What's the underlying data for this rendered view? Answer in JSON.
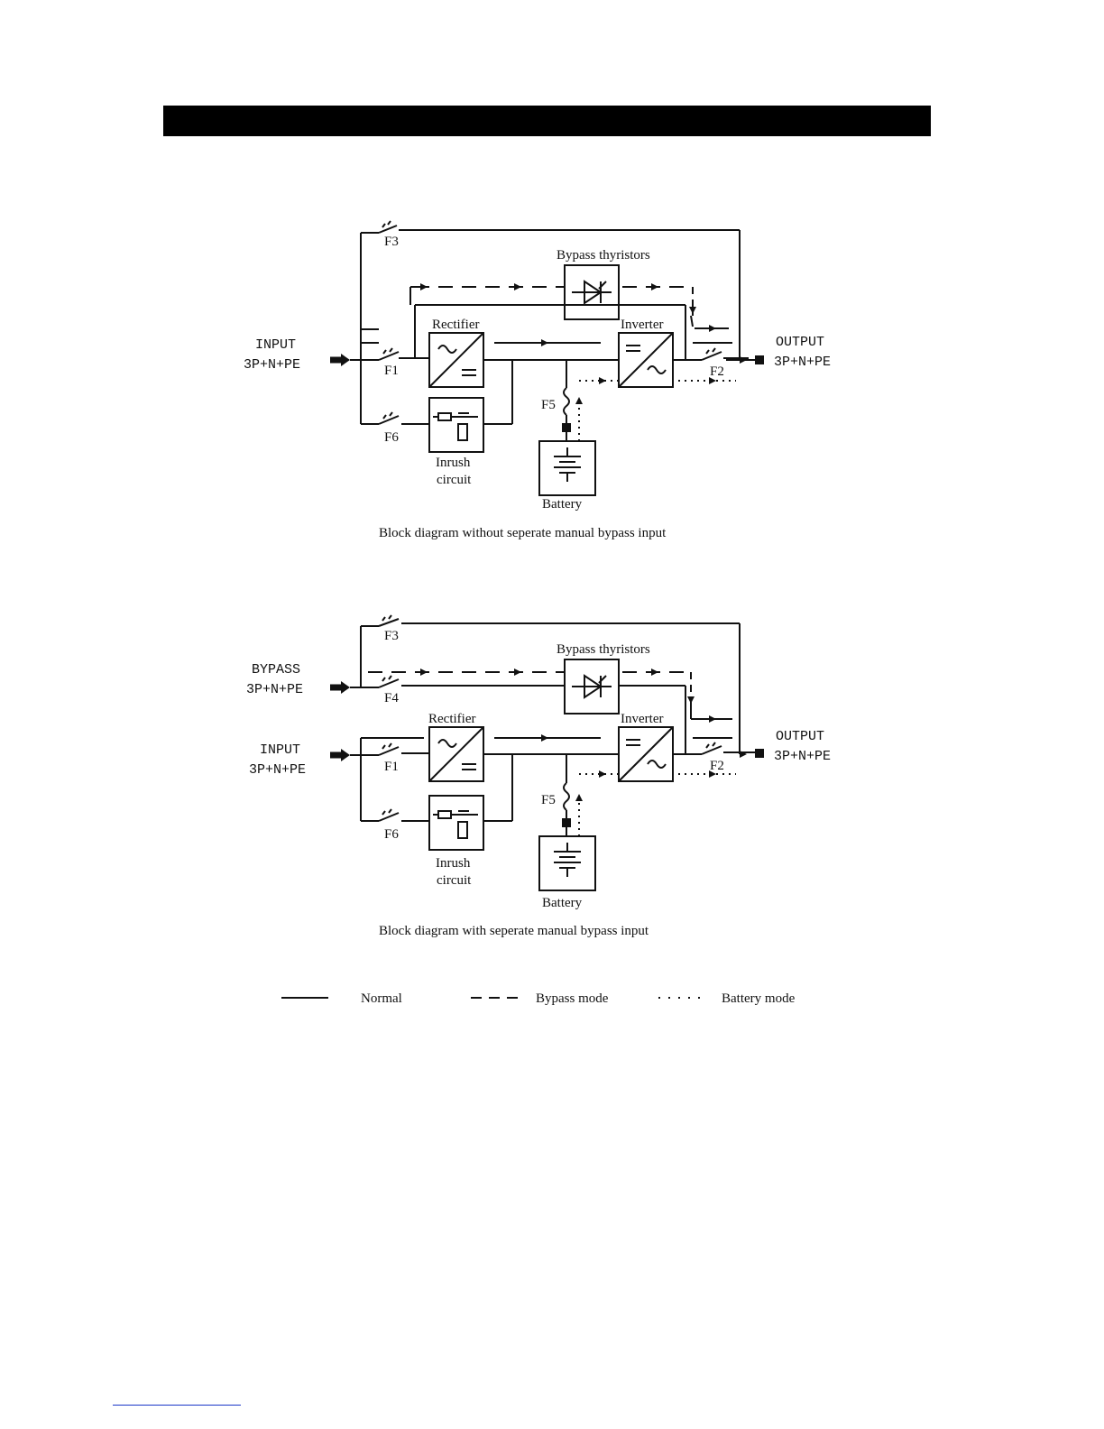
{
  "diagram1": {
    "input_label": "INPUT",
    "input_spec": "3P+N+PE",
    "output_label": "OUTPUT",
    "output_spec": "3P+N+PE",
    "bypass_thyristors": "Bypass thyristors",
    "rectifier": "Rectifier",
    "inverter": "Inverter",
    "inrush_1": "Inrush",
    "inrush_2": "circuit",
    "battery": "Battery",
    "f1": "F1",
    "f2": "F2",
    "f3": "F3",
    "f5": "F5",
    "f6": "F6",
    "caption": "Block diagram without seperate manual bypass input"
  },
  "diagram2": {
    "bypass_label": "BYPASS",
    "bypass_spec": "3P+N+PE",
    "input_label": "INPUT",
    "input_spec": "3P+N+PE",
    "output_label": "OUTPUT",
    "output_spec": "3P+N+PE",
    "bypass_thyristors": "Bypass thyristors",
    "rectifier": "Rectifier",
    "inverter": "Inverter",
    "inrush_1": "Inrush",
    "inrush_2": "circuit",
    "battery": "Battery",
    "f1": "F1",
    "f2": "F2",
    "f3": "F3",
    "f4": "F4",
    "f5": "F5",
    "f6": "F6",
    "caption": "Block diagram with seperate manual bypass input"
  },
  "legend": {
    "normal": "Normal",
    "bypass_mode": "Bypass mode",
    "battery_mode": "Battery mode"
  }
}
